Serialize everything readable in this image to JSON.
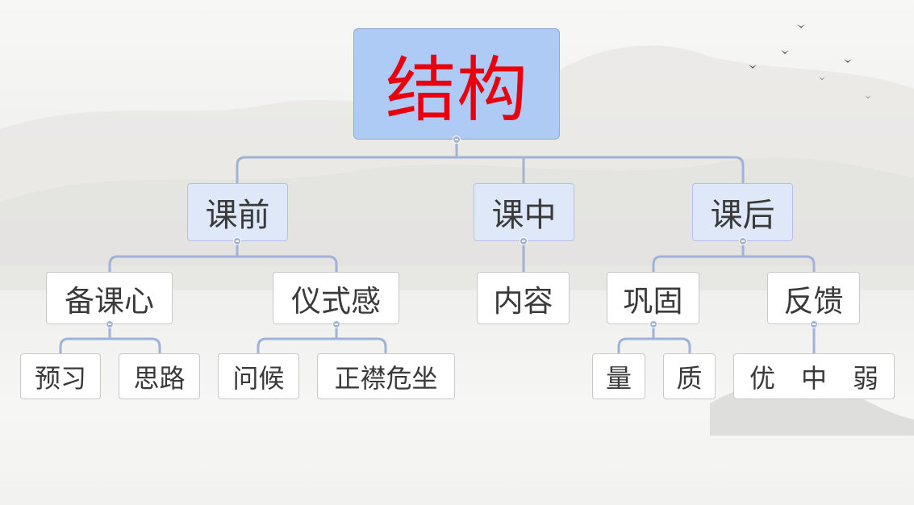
{
  "root": {
    "label": "结构",
    "color": "#e8000e"
  },
  "level1": [
    {
      "label": "课前"
    },
    {
      "label": "课中"
    },
    {
      "label": "课后"
    }
  ],
  "level2": [
    {
      "label": "备课心",
      "parent": "课前"
    },
    {
      "label": "仪式感",
      "parent": "课前"
    },
    {
      "label": "内容",
      "parent": "课中"
    },
    {
      "label": "巩固",
      "parent": "课后"
    },
    {
      "label": "反馈",
      "parent": "课后"
    }
  ],
  "level3": [
    {
      "label": "预习",
      "parent": "备课心"
    },
    {
      "label": "思路",
      "parent": "备课心"
    },
    {
      "label": "问候",
      "parent": "仪式感"
    },
    {
      "label": "正襟危坐",
      "parent": "仪式感"
    },
    {
      "label": "量",
      "parent": "巩固"
    },
    {
      "label": "质",
      "parent": "巩固"
    },
    {
      "label": "优　中　弱",
      "parent": "反馈"
    }
  ],
  "colors": {
    "connector": "#9fb3d8",
    "root_fill": "#aecbf6",
    "level1_fill": "#dfe8f8"
  }
}
